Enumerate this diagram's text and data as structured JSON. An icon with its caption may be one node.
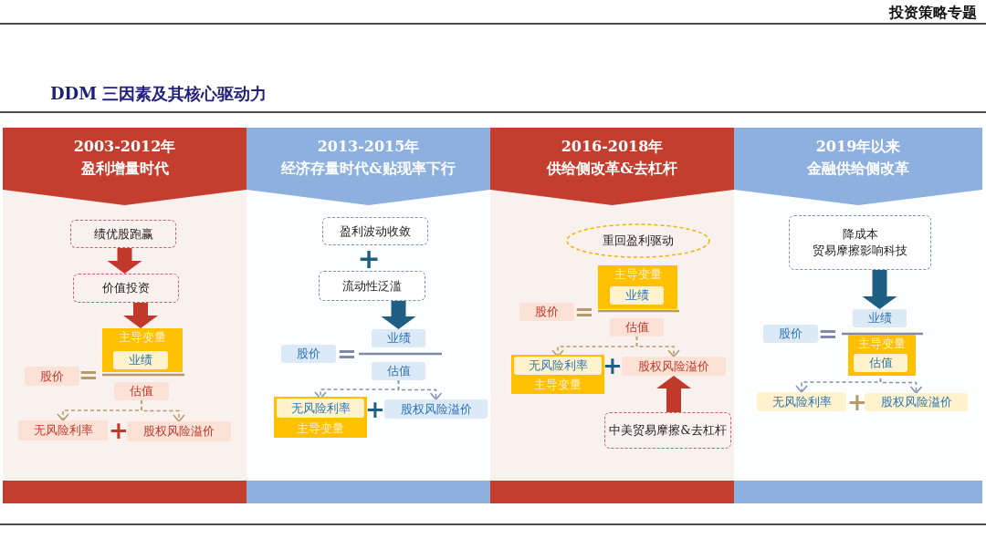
{
  "diagram": {
    "title": "DDM 三因素及其核心驱动力",
    "nodes": [
      {
        "text": [
          "2003-2012年",
          "盈利增量时代"
        ]
      },
      {
        "text": [
          "绩优股跑赢"
        ],
        "in": 0
      },
      {
        "text": [
          "价值投资"
        ],
        "in": 0
      },
      {
        "text": [
          "主导变量"
        ],
        "in": 0
      },
      {
        "text": [
          "业绩"
        ],
        "in": 3
      },
      {
        "text": [
          "股价"
        ],
        "in": 0
      },
      {
        "text": [
          "估值"
        ],
        "in": 0
      },
      {
        "text": [
          "无风险利率"
        ],
        "in": 0
      },
      {
        "text": [
          "股权风险溢价"
        ],
        "in": 0
      },
      {
        "text": [
          "2013-2015年",
          "经济存量时代&贴现率下行"
        ]
      },
      {
        "text": [
          "盈利波动收敛"
        ],
        "in": 9
      },
      {
        "text": [
          "流动性泛滥"
        ],
        "in": 9
      },
      {
        "text": [
          "业绩"
        ],
        "in": 9
      },
      {
        "text": [
          "股价"
        ],
        "in": 9
      },
      {
        "text": [
          "估值"
        ],
        "in": 9
      },
      {
        "text": [
          "主导变量"
        ],
        "in": 9
      },
      {
        "text": [
          "无风险利率"
        ],
        "in": 15
      },
      {
        "text": [
          "股权风险溢价"
        ],
        "in": 9
      },
      {
        "text": [
          "2016-2018年",
          "供给侧改革&去杠杆"
        ]
      },
      {
        "text": [
          "重回盈利驱动"
        ],
        "in": 18
      },
      {
        "text": [
          "主导变量"
        ],
        "in": 18
      },
      {
        "text": [
          "业绩"
        ],
        "in": 20
      },
      {
        "text": [
          "股价"
        ],
        "in": 18
      },
      {
        "text": [
          "估值"
        ],
        "in": 18
      },
      {
        "text": [
          "主导变量"
        ],
        "in": 18
      },
      {
        "text": [
          "无风险利率"
        ],
        "in": 24
      },
      {
        "text": [
          "股权风险溢价"
        ],
        "in": 18
      },
      {
        "text": [
          "中美贸易摩擦&去杠杆"
        ],
        "in": 18
      },
      {
        "text": [
          "2019年以来",
          "金融供给侧改革"
        ]
      },
      {
        "text": [
          "降成本",
          "贸易摩擦影响科技"
        ],
        "in": 28
      },
      {
        "text": [
          "业绩"
        ],
        "in": 28
      },
      {
        "text": [
          "股价"
        ],
        "in": 28
      },
      {
        "text": [
          "主导变量"
        ],
        "in": 28
      },
      {
        "text": [
          "估值"
        ],
        "in": 32
      },
      {
        "text": [
          "无风险利率"
        ],
        "in": 28
      },
      {
        "text": [
          "股权风险溢价"
        ],
        "in": 28
      }
    ],
    "edges": [
      {
        "from": 1,
        "to": 2,
        "arrow": "to",
        "style": "thick",
        "color": "#c0392b"
      },
      {
        "from": 2,
        "to": 3,
        "arrow": "to",
        "style": "thick",
        "color": "#c0392b"
      },
      {
        "from": 6,
        "to": 7,
        "arrow": "to",
        "style": "dashed",
        "color": "#b89a6a"
      },
      {
        "from": 6,
        "to": 8,
        "arrow": "to",
        "style": "dashed",
        "color": "#b89a6a"
      },
      {
        "from": 11,
        "to": 12,
        "arrow": "to",
        "style": "thick",
        "color": "#1f5f85"
      },
      {
        "from": 14,
        "to": 16,
        "arrow": "to",
        "style": "dashed",
        "color": "#8090b0"
      },
      {
        "from": 14,
        "to": 17,
        "arrow": "to",
        "style": "dashed",
        "color": "#8090b0"
      },
      {
        "from": 23,
        "to": 25,
        "arrow": "to",
        "style": "dashed",
        "color": "#b89a6a"
      },
      {
        "from": 23,
        "to": 26,
        "arrow": "to",
        "style": "dashed",
        "color": "#b89a6a"
      },
      {
        "from": 27,
        "to": 26,
        "arrow": "to",
        "style": "thick",
        "color": "#c0392b"
      },
      {
        "from": 29,
        "to": 30,
        "arrow": "to",
        "style": "thick",
        "color": "#1f5f85"
      },
      {
        "from": 33,
        "to": 34,
        "arrow": "to",
        "style": "dashed",
        "color": "#8090b0"
      },
      {
        "from": 33,
        "to": 35,
        "arrow": "to",
        "style": "dashed",
        "color": "#8090b0"
      }
    ],
    "labels": [
      "投资策略专题",
      "=",
      "+",
      "+",
      "=",
      "+",
      "=",
      "+",
      "=",
      "+"
    ]
  }
}
